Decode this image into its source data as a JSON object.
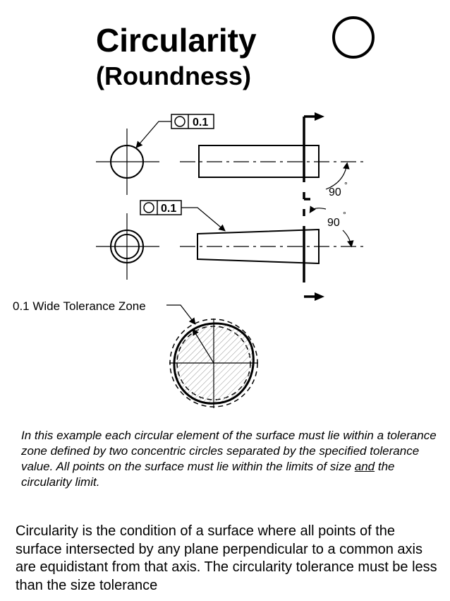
{
  "header": {
    "title": "Circularity",
    "subtitle": "(Roundness)"
  },
  "callouts": {
    "top_tolerance": "0.1",
    "bottom_tolerance": "0.1",
    "angle_top": "90",
    "angle_bottom": "90",
    "angle_degree_mark": "°"
  },
  "zone": {
    "label": "0.1 Wide Tolerance Zone"
  },
  "explanation": {
    "italic_before": "In this example each circular element of the surface must lie within a tolerance zone defined by two concentric circles separated by the specified tolerance value. All points on the surface must lie within the limits of size ",
    "italic_underlined": "and",
    "italic_after": " the circularity limit.",
    "definition": "Circularity is the condition of a surface where all points of the surface intersected by any plane perpendicular to a common axis are equidistant from that axis. The circularity tolerance must be less than the size tolerance"
  },
  "icons": {
    "title_symbol": "circle-icon",
    "frame_symbol": "circularity-symbol-icon"
  }
}
